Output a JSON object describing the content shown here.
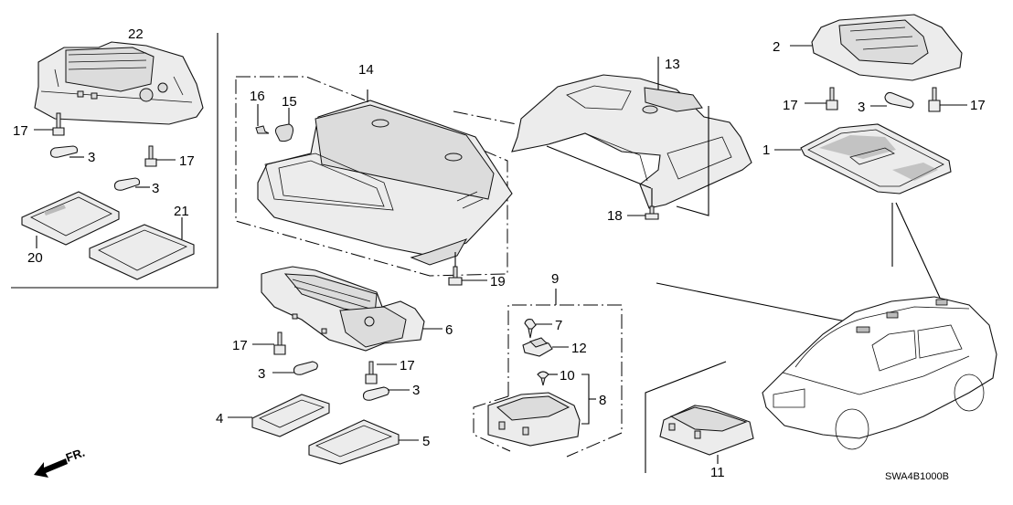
{
  "diagram": {
    "title": "Interior Light (Roof/Map Lamps) exploded view",
    "diagram_code": "SWA4B1000B",
    "direction_indicator": "FR.",
    "callouts": [
      {
        "id": "c22",
        "label": "22",
        "part": "roof light assembly (variant)"
      },
      {
        "id": "c17a",
        "label": "17",
        "part": "screw"
      },
      {
        "id": "c3a",
        "label": "3",
        "part": "bulb"
      },
      {
        "id": "c17b",
        "label": "17",
        "part": "screw"
      },
      {
        "id": "c3b",
        "label": "3",
        "part": "bulb"
      },
      {
        "id": "c20",
        "label": "20",
        "part": "lens"
      },
      {
        "id": "c21",
        "label": "21",
        "part": "lens"
      },
      {
        "id": "c14",
        "label": "14",
        "part": "map light assembly"
      },
      {
        "id": "c16",
        "label": "16",
        "part": "screw"
      },
      {
        "id": "c15",
        "label": "15",
        "part": "grommet"
      },
      {
        "id": "c19",
        "label": "19",
        "part": "screw"
      },
      {
        "id": "c13",
        "label": "13",
        "part": "bracket"
      },
      {
        "id": "c18",
        "label": "18",
        "part": "clip"
      },
      {
        "id": "c2",
        "label": "2",
        "part": "room light base"
      },
      {
        "id": "c17c",
        "label": "17",
        "part": "screw"
      },
      {
        "id": "c3c",
        "label": "3",
        "part": "bulb"
      },
      {
        "id": "c17d",
        "label": "17",
        "part": "screw"
      },
      {
        "id": "c1",
        "label": "1",
        "part": "room light lens"
      },
      {
        "id": "c6",
        "label": "6",
        "part": "map light housing"
      },
      {
        "id": "c17e",
        "label": "17",
        "part": "screw"
      },
      {
        "id": "c3d",
        "label": "3",
        "part": "bulb"
      },
      {
        "id": "c17f",
        "label": "17",
        "part": "screw"
      },
      {
        "id": "c3e",
        "label": "3",
        "part": "bulb"
      },
      {
        "id": "c4",
        "label": "4",
        "part": "lens"
      },
      {
        "id": "c5",
        "label": "5",
        "part": "lens"
      },
      {
        "id": "c9",
        "label": "9",
        "part": "console light assembly"
      },
      {
        "id": "c7",
        "label": "7",
        "part": "screw"
      },
      {
        "id": "c12",
        "label": "12",
        "part": "switch"
      },
      {
        "id": "c10",
        "label": "10",
        "part": "clip"
      },
      {
        "id": "c8",
        "label": "8",
        "part": "console light housing"
      },
      {
        "id": "c11",
        "label": "11",
        "part": "console light"
      }
    ]
  }
}
